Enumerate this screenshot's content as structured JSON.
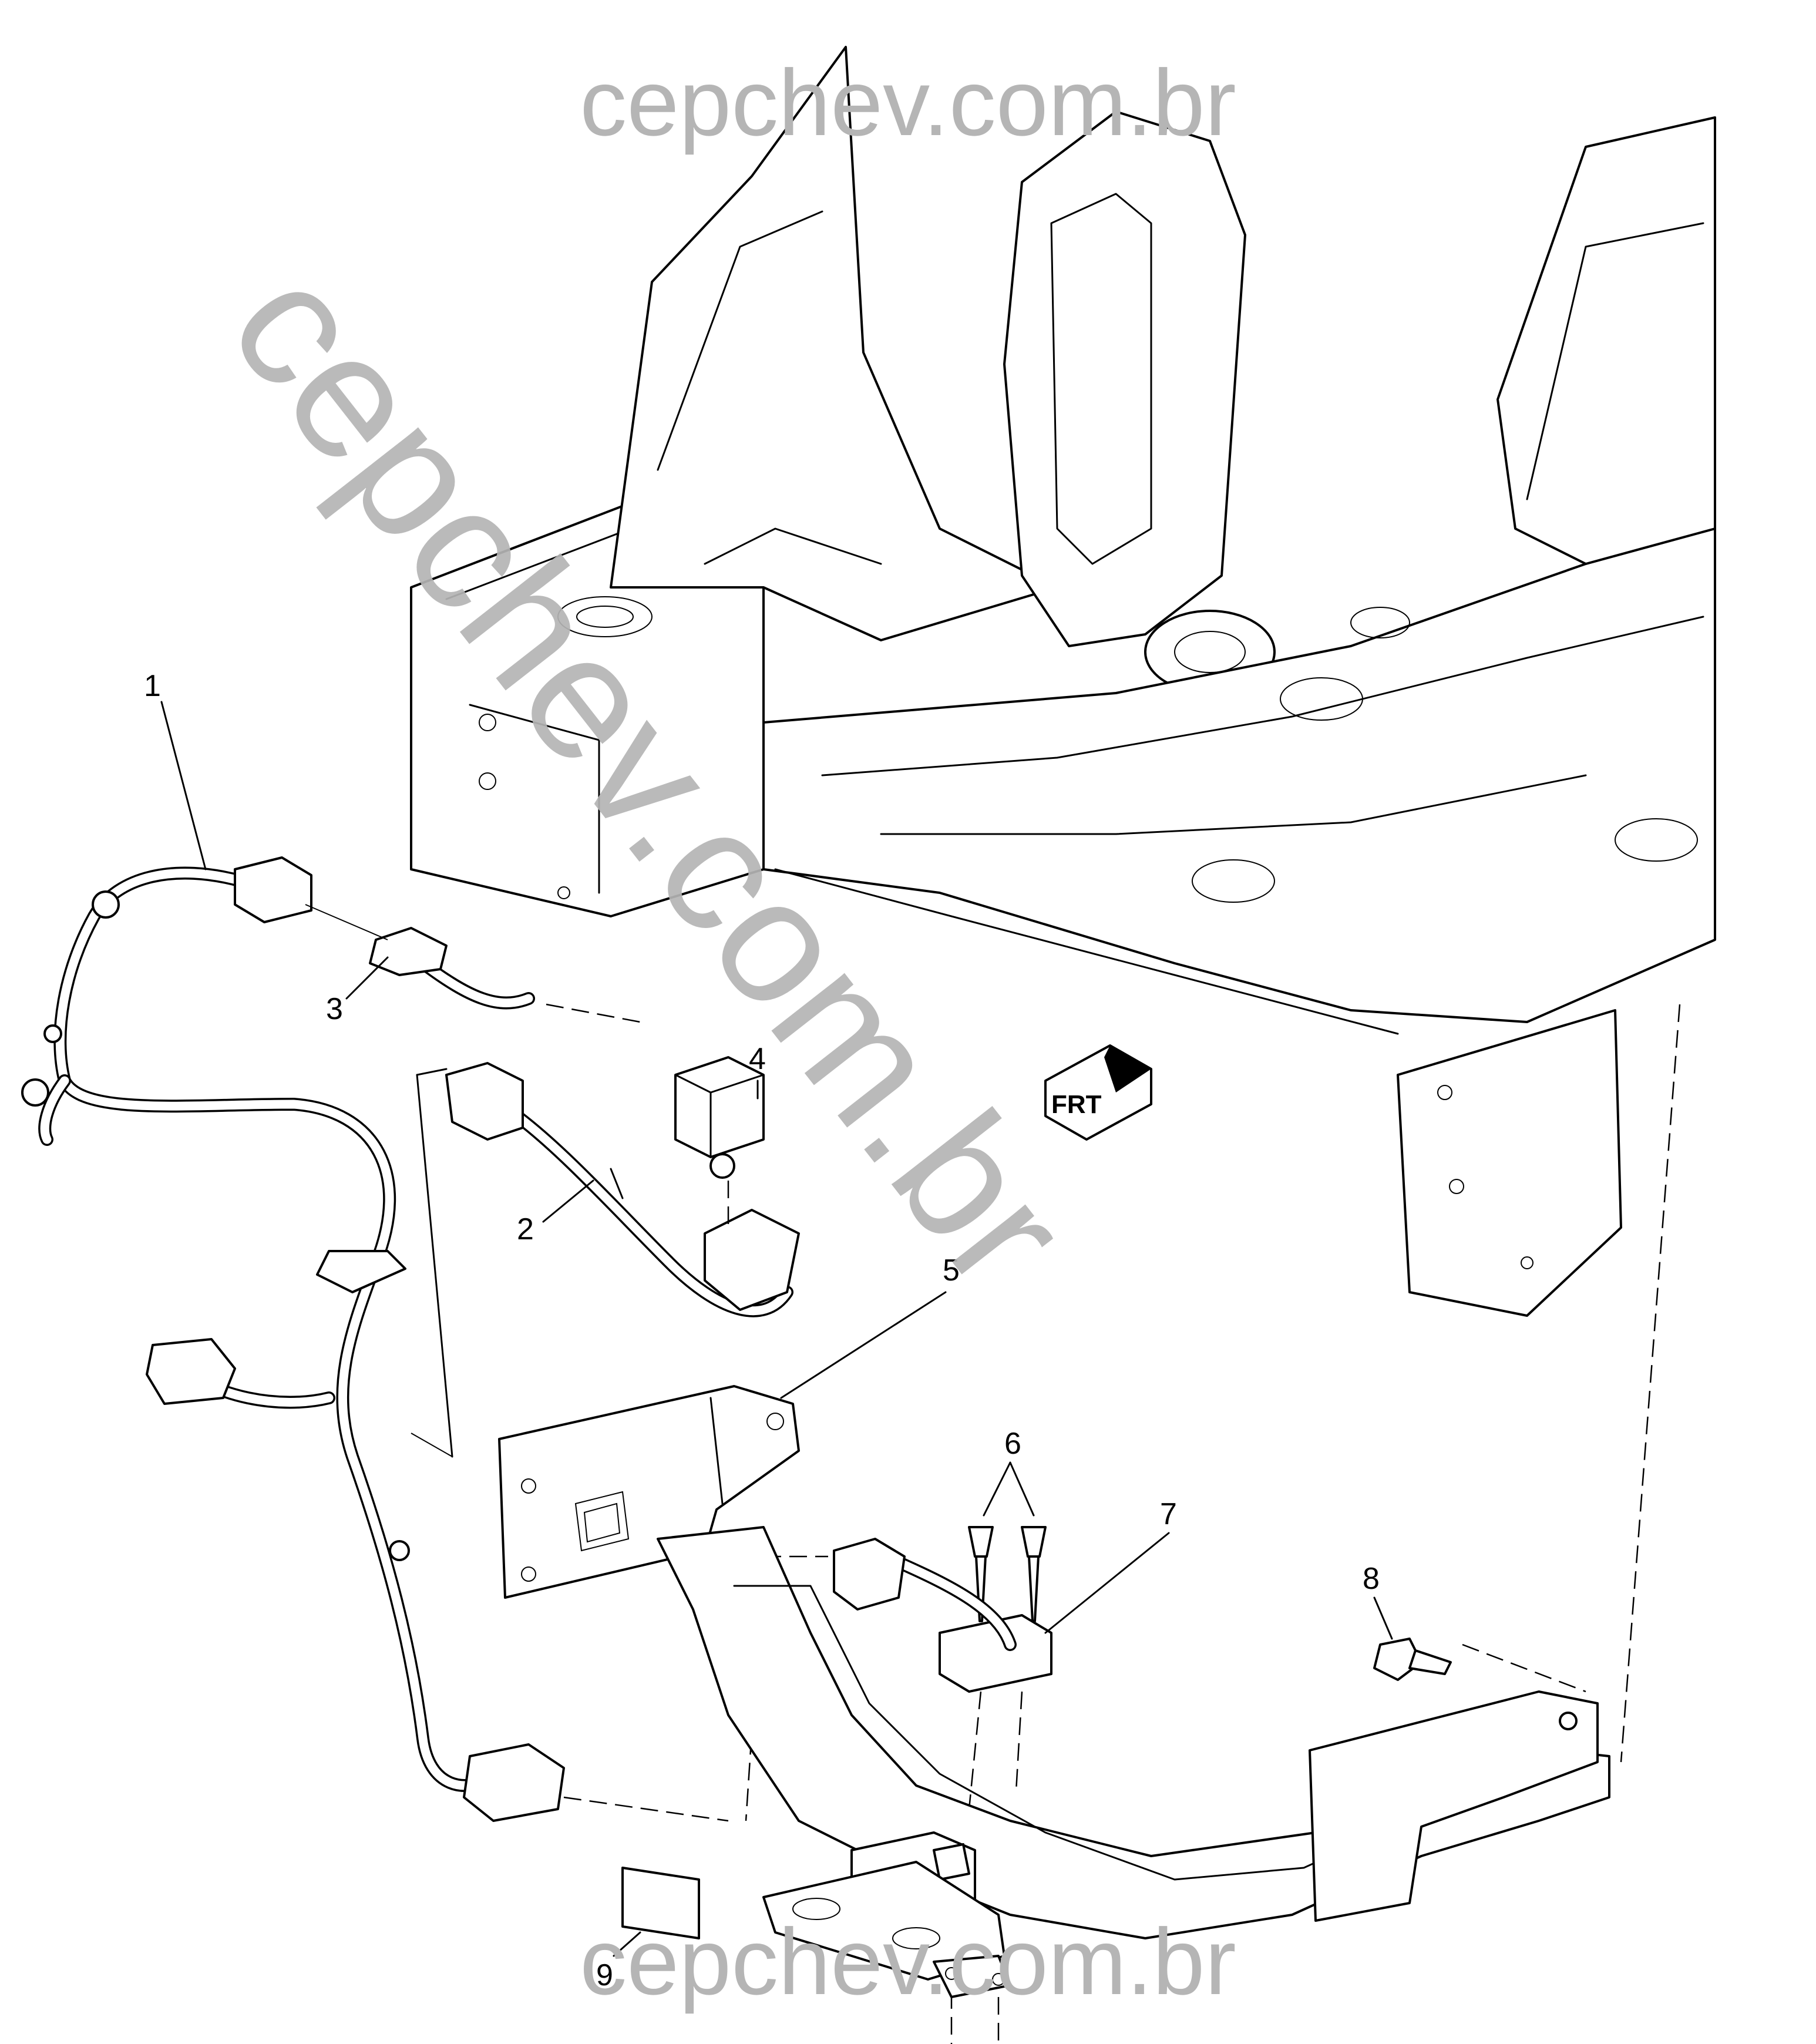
{
  "watermark": {
    "top": "cepchev.com.br",
    "diagonal": "cepchev.com.br",
    "bottom": "cepchev.com.br"
  },
  "front_indicator": "FRT",
  "callouts": [
    "1",
    "2",
    "3",
    "4",
    "5",
    "6",
    "7",
    "8",
    "9"
  ]
}
